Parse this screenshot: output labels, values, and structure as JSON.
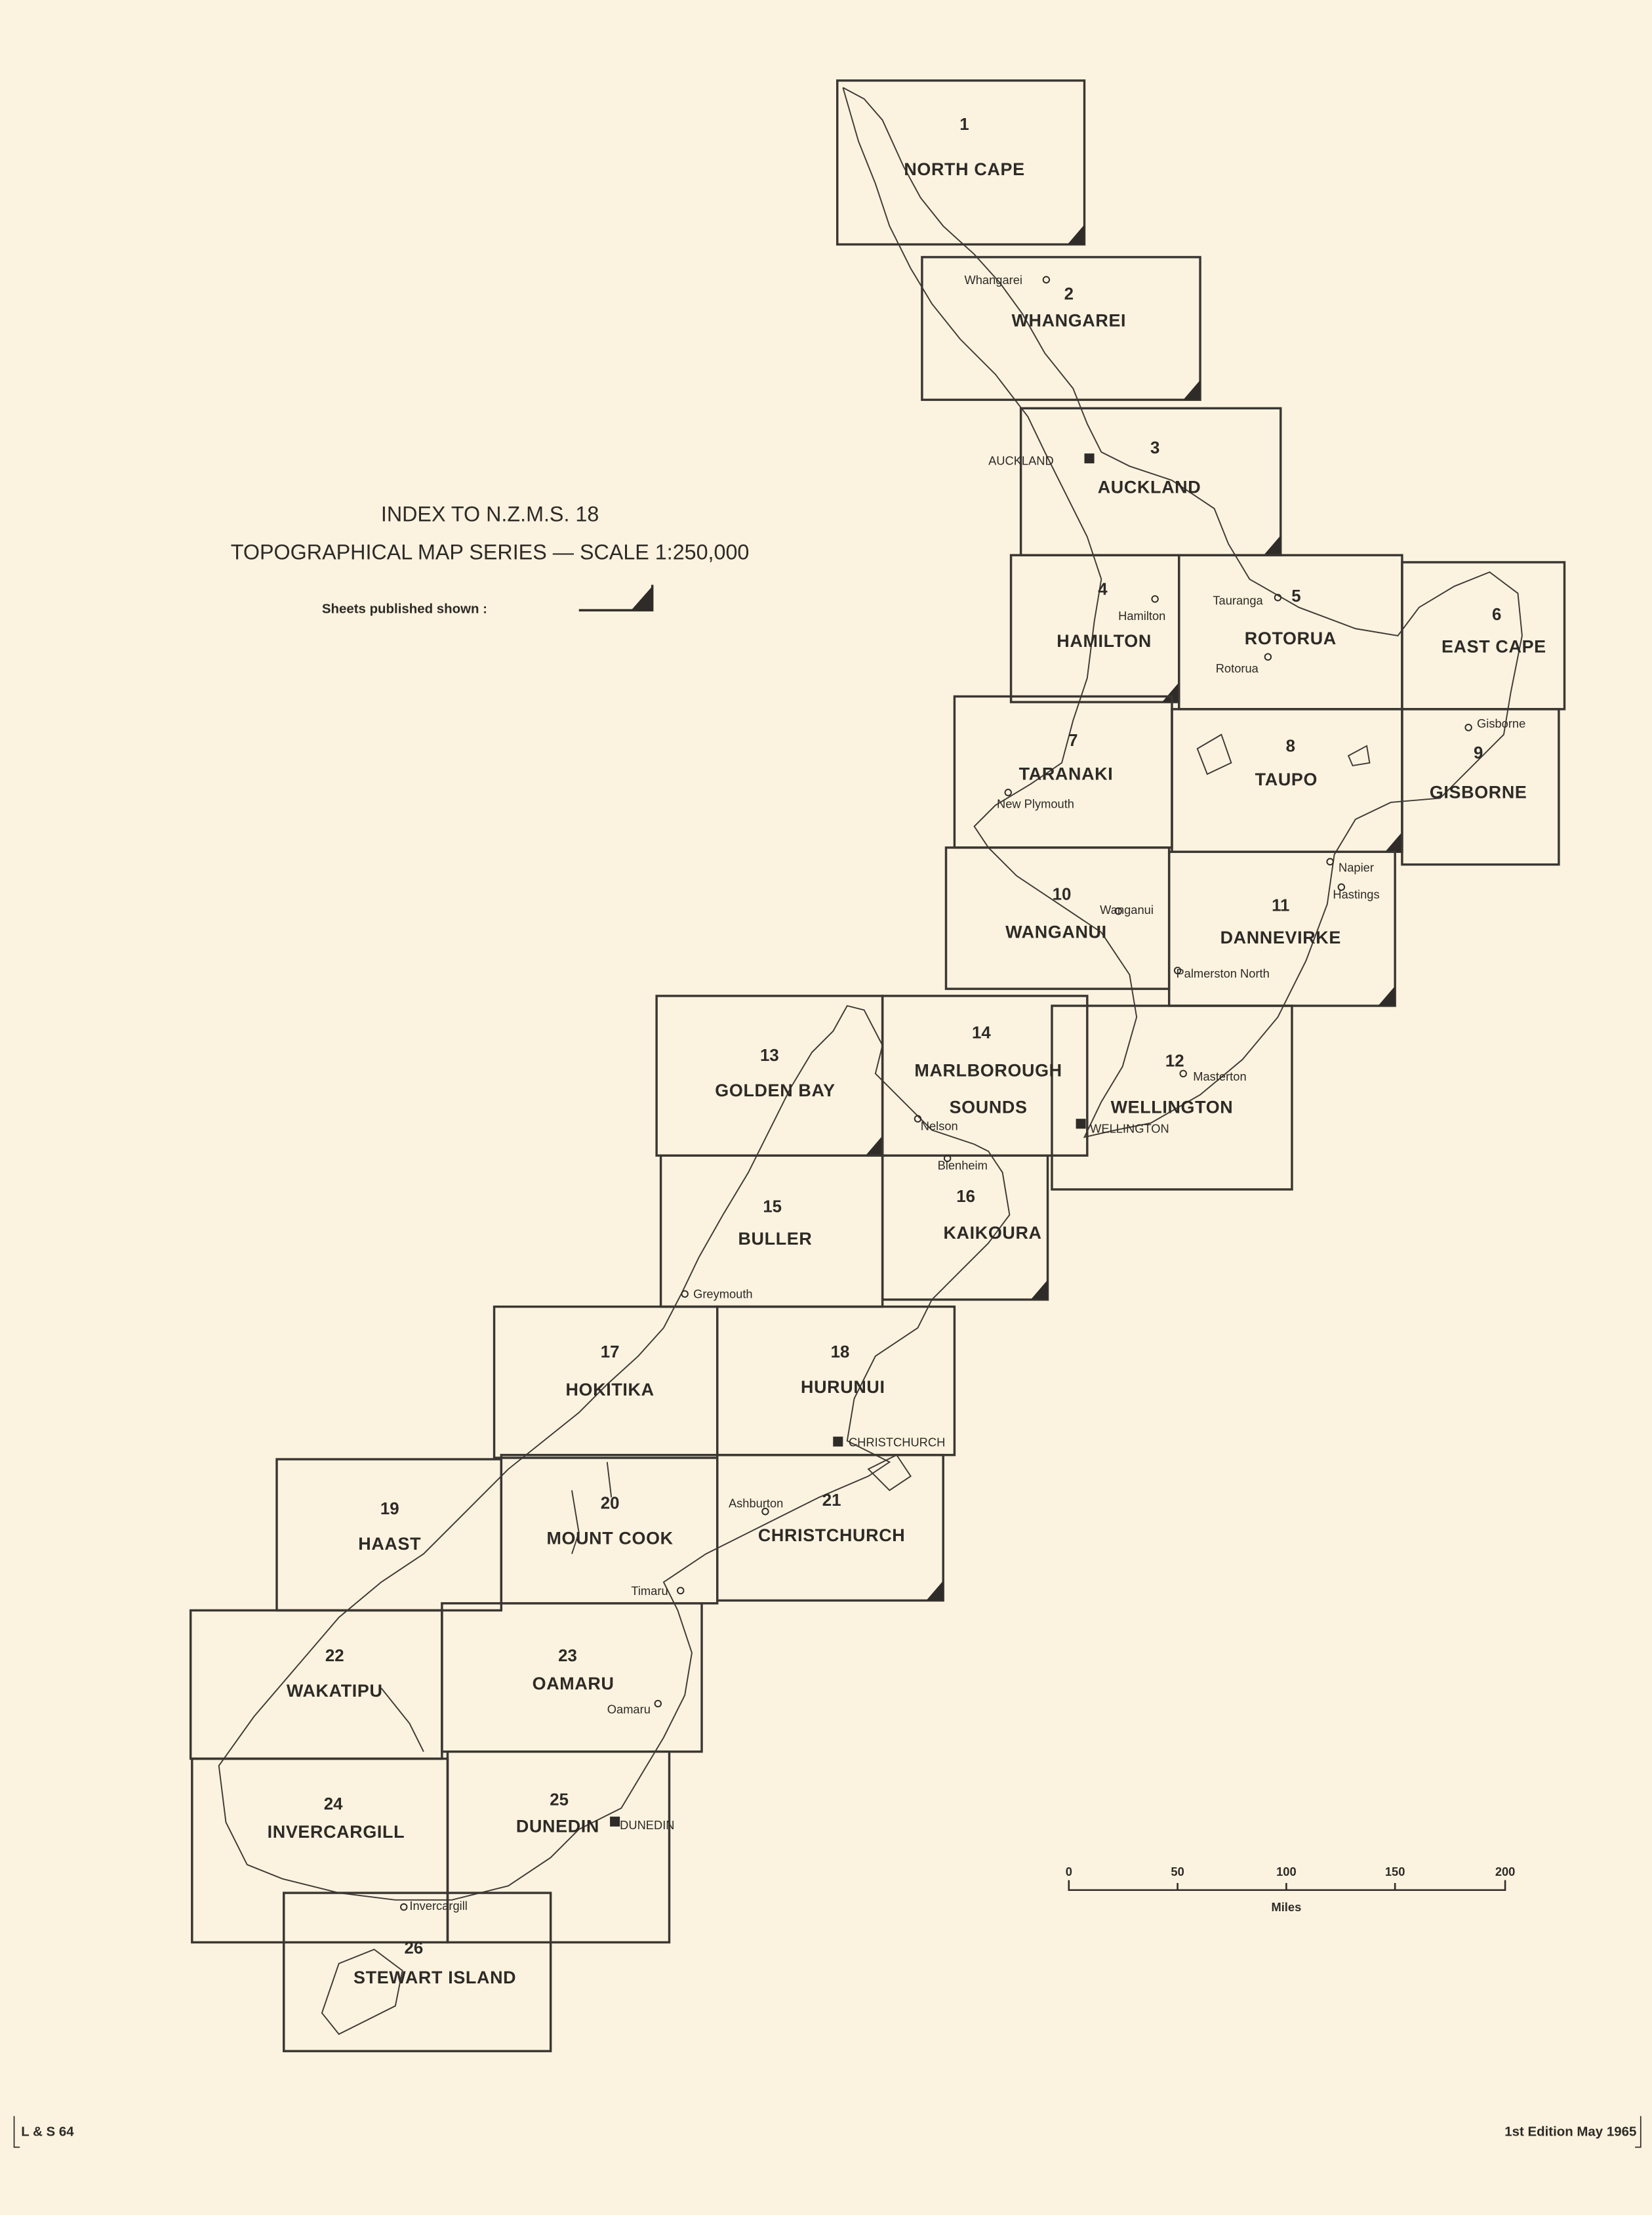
{
  "title": {
    "line1": "INDEX TO N.Z.M.S. 18",
    "line2": "TOPOGRAPHICAL MAP SERIES — SCALE 1:250,000",
    "legend_label": "Sheets published shown :"
  },
  "sheets": [
    {
      "number": "1",
      "name": "NORTH CAPE",
      "published": true
    },
    {
      "number": "2",
      "name": "WHANGAREI",
      "published": true
    },
    {
      "number": "3",
      "name": "AUCKLAND",
      "published": true
    },
    {
      "number": "4",
      "name": "HAMILTON",
      "published": true
    },
    {
      "number": "5",
      "name": "ROTORUA",
      "published": false
    },
    {
      "number": "6",
      "name": "EAST CAPE",
      "published": false
    },
    {
      "number": "7",
      "name": "TARANAKI",
      "published": false
    },
    {
      "number": "8",
      "name": "TAUPO",
      "published": true
    },
    {
      "number": "9",
      "name": "GISBORNE",
      "published": false
    },
    {
      "number": "10",
      "name": "WANGANUI",
      "published": false
    },
    {
      "number": "11",
      "name": "DANNEVIRKE",
      "published": true
    },
    {
      "number": "12",
      "name": "WELLINGTON",
      "published": false
    },
    {
      "number": "13",
      "name": "GOLDEN BAY",
      "published": true
    },
    {
      "number": "14",
      "name": "MARLBOROUGH SOUNDS",
      "published": false
    },
    {
      "number": "15",
      "name": "BULLER",
      "published": false
    },
    {
      "number": "16",
      "name": "KAIKOURA",
      "published": true
    },
    {
      "number": "17",
      "name": "HOKITIKA",
      "published": false
    },
    {
      "number": "18",
      "name": "HURUNUI",
      "published": false
    },
    {
      "number": "19",
      "name": "HAAST",
      "published": false
    },
    {
      "number": "20",
      "name": "MOUNT COOK",
      "published": false
    },
    {
      "number": "21",
      "name": "CHRISTCHURCH",
      "published": true
    },
    {
      "number": "22",
      "name": "WAKATIPU",
      "published": false
    },
    {
      "number": "23",
      "name": "OAMARU",
      "published": false
    },
    {
      "number": "24",
      "name": "INVERCARGILL",
      "published": false
    },
    {
      "number": "25",
      "name": "DUNEDIN",
      "published": false
    },
    {
      "number": "26",
      "name": "STEWART ISLAND",
      "published": false
    }
  ],
  "towns": [
    "Whangarei",
    "AUCKLAND",
    "Hamilton",
    "Tauranga",
    "Rotorua",
    "Gisborne",
    "New Plymouth",
    "Napier",
    "Hastings",
    "Wanganui",
    "Palmerston North",
    "Masterton",
    "WELLINGTON",
    "Nelson",
    "Blenheim",
    "Greymouth",
    "CHRISTCHURCH",
    "Ashburton",
    "Timaru",
    "Oamaru",
    "DUNEDIN",
    "Invercargill"
  ],
  "scale_bar": {
    "ticks": [
      "0",
      "50",
      "100",
      "150",
      "200"
    ],
    "unit": "Miles"
  },
  "footer": {
    "left": "L & S 64",
    "right": "1st Edition  May 1965"
  }
}
